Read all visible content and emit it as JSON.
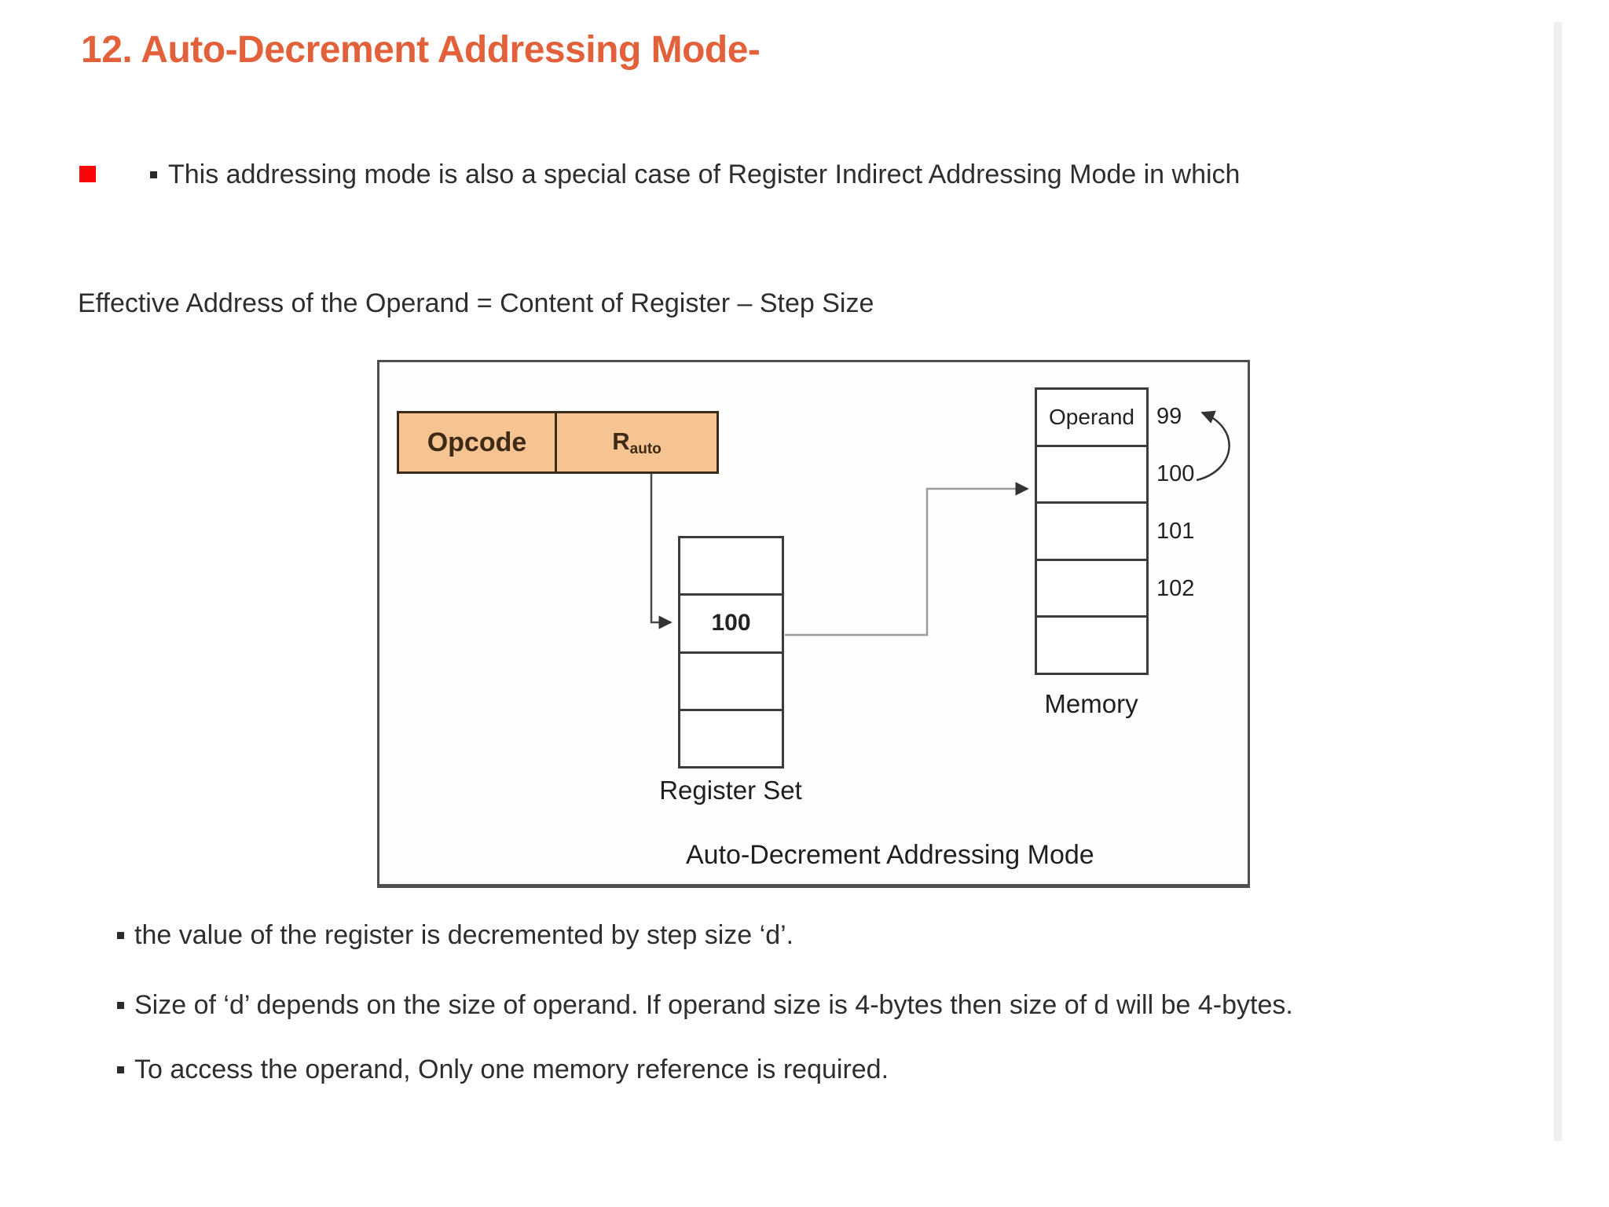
{
  "page": {
    "title": "12. Auto-Decrement Addressing Mode-",
    "intro_bullet": "This addressing mode is also a special case of Register Indirect Addressing Mode in which",
    "formula": "Effective Address of the Operand = Content of Register – Step Size",
    "bottom_bullets": [
      "the value of the register is decremented by step size ‘d’.",
      "Size of ‘d’ depends on the size of operand. If operand size is 4-bytes then size of d will be 4-bytes.",
      "To access the operand, Only one memory reference is required."
    ],
    "colors": {
      "title_orange": "#e2603a",
      "red_marker": "#fa0606",
      "body_text": "#2e2e2e",
      "instruction_fill": "#f5c492",
      "instruction_border": "#3a2c1b",
      "frame_border": "#4f4f4f",
      "connector_gray": "#9b9b9b",
      "connector_dark": "#4a4a4a"
    }
  },
  "diagram": {
    "instruction": {
      "opcode_label": "Opcode",
      "register_base": "R",
      "register_sub": "auto"
    },
    "register_set": {
      "cells": [
        "",
        "100",
        "",
        ""
      ],
      "label": "Register Set"
    },
    "memory": {
      "cells": [
        "Operand",
        "",
        "",
        "",
        ""
      ],
      "addresses": [
        "99",
        "100",
        "101",
        "102"
      ],
      "label": "Memory"
    },
    "caption": "Auto-Decrement Addressing Mode"
  }
}
